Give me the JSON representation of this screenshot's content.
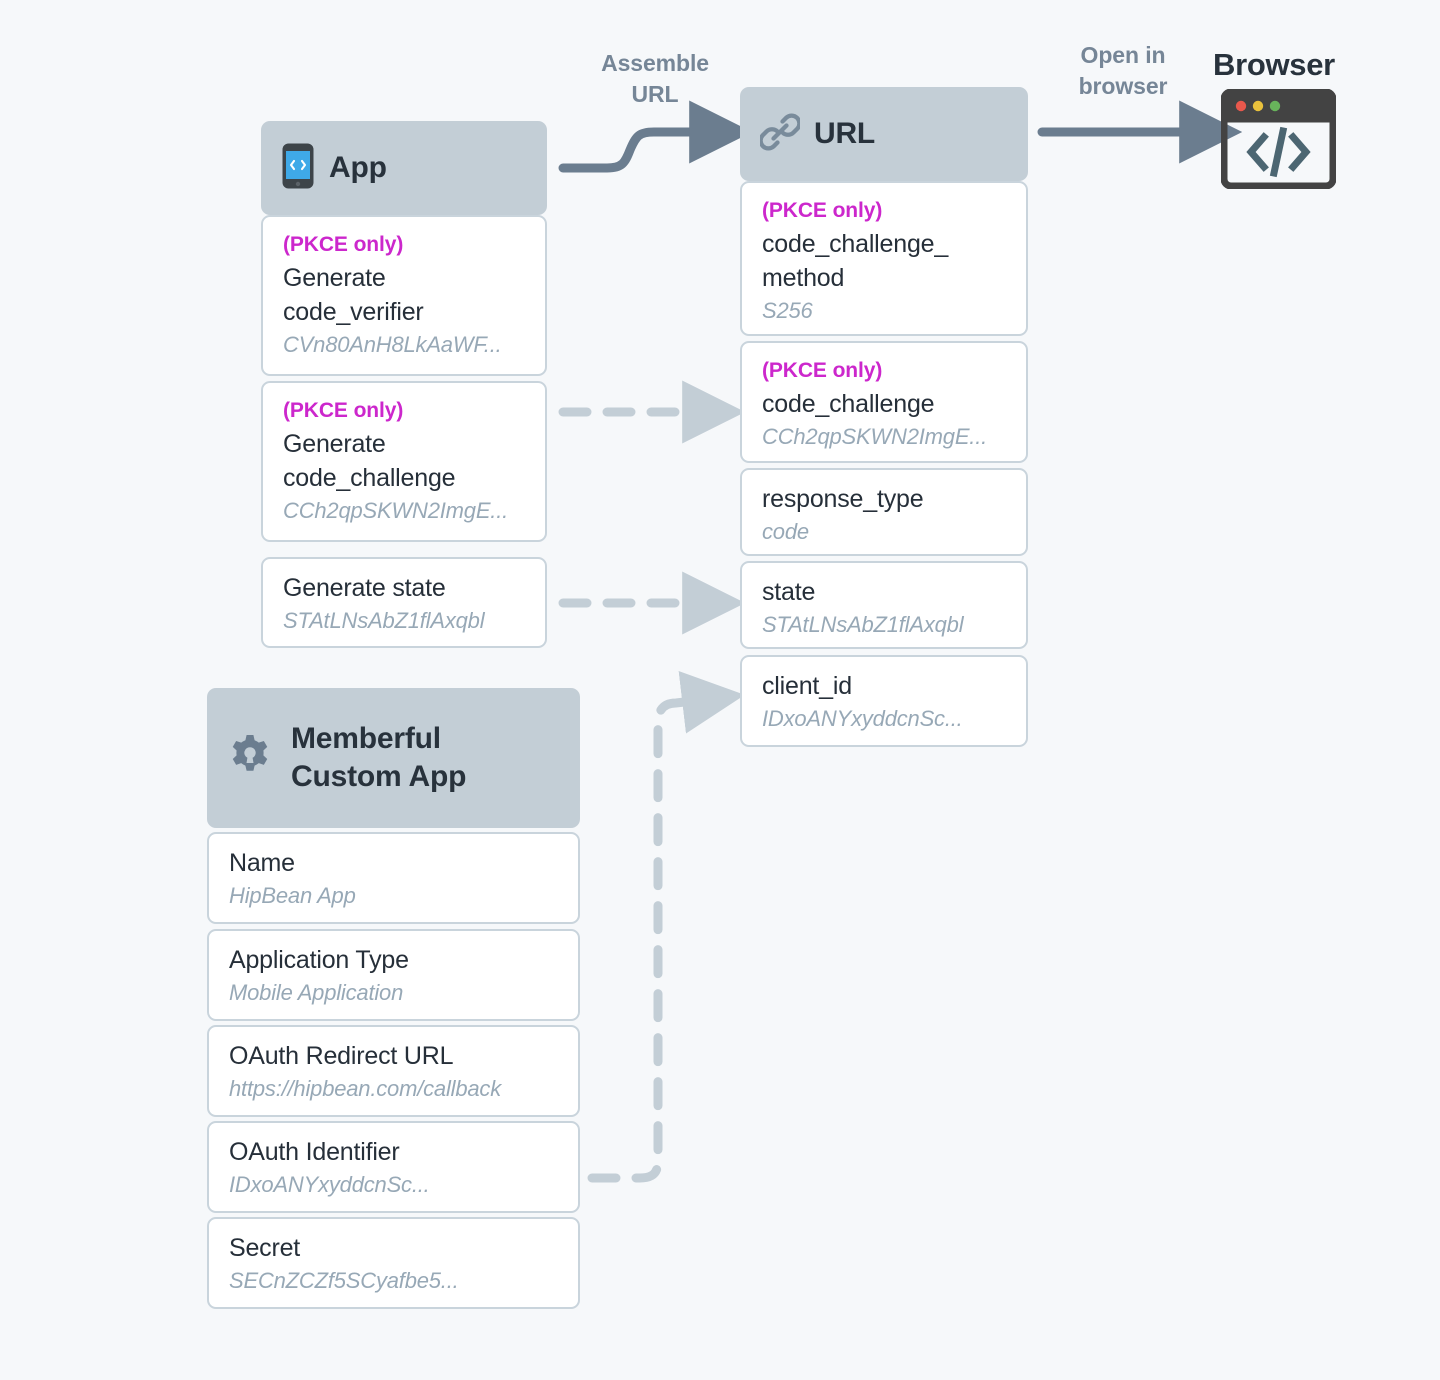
{
  "diagram": {
    "title": "OAuth authorization URL assembly (PKCE)",
    "background_color": "#f6f8fa",
    "header_fill": "#c3ped6",
    "accent_pkce_color": "#cc27cc",
    "muted_text_color": "#97a8b6",
    "arrow_solid_color": "#6b7d8f",
    "arrow_dashed_color": "#c3ced6"
  },
  "flow_labels": {
    "assemble_url": "Assemble\nURL",
    "open_in_browser": "Open in\nbrowser"
  },
  "browser_node": {
    "label": "Browser",
    "icon": "browser-window-icon",
    "dots": [
      "#e8584c",
      "#e9c13c",
      "#68b35b"
    ],
    "glyph": "</>"
  },
  "app_card": {
    "icon": "mobile-phone-code-icon",
    "title": "App",
    "rows": [
      {
        "badge": "(PKCE only)",
        "label": "Generate\ncode_verifier",
        "value": "CVn80AnH8LkAaWF..."
      },
      {
        "badge": "(PKCE only)",
        "label": "Generate\ncode_challenge",
        "value": "CCh2qpSKWN2ImgE..."
      },
      {
        "badge": "",
        "label": "Generate state",
        "value": "STAtLNsAbZ1flAxqbl"
      }
    ]
  },
  "url_card": {
    "icon": "chain-link-icon",
    "title": "URL",
    "rows": [
      {
        "badge": "(PKCE only)",
        "label": "code_challenge_\nmethod",
        "value": "S256"
      },
      {
        "badge": "(PKCE only)",
        "label": "code_challenge",
        "value": "CCh2qpSKWN2ImgE..."
      },
      {
        "badge": "",
        "label": "response_type",
        "value": "code"
      },
      {
        "badge": "",
        "label": "state",
        "value": "STAtLNsAbZ1flAxqbl"
      },
      {
        "badge": "",
        "label": "client_id",
        "value": "IDxoANYxyddcnSc..."
      }
    ]
  },
  "memberful_card": {
    "icon": "gear-icon",
    "title": "Memberful\nCustom App",
    "rows": [
      {
        "badge": "",
        "label": "Name",
        "value": "HipBean App"
      },
      {
        "badge": "",
        "label": "Application Type",
        "value": "Mobile Application"
      },
      {
        "badge": "",
        "label": "OAuth Redirect URL",
        "value": "https://hipbean.com/callback"
      },
      {
        "badge": "",
        "label": "OAuth Identifier",
        "value": "IDxoANYxyddcnSc..."
      },
      {
        "badge": "",
        "label": "Secret",
        "value": "SECnZCZf5SCyafbe5..."
      }
    ]
  }
}
